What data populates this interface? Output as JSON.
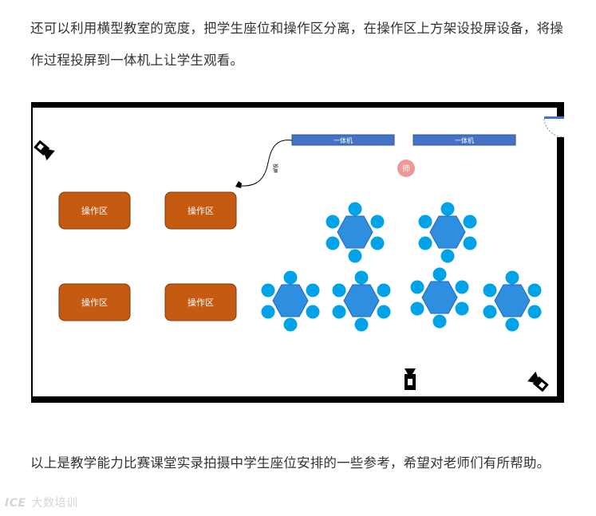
{
  "paragraph_1": "还可以利用横型教室的宽度，把学生座位和操作区分离，在操作区上方架设投屏设备，将操作过程投屏到一体机上让学生观看。",
  "paragraph_2": "以上是教学能力比赛课堂实录拍摄中学生座位安排的一些参考，希望对老师们有所帮助。",
  "diagram": {
    "screen_left_label": "一体机",
    "screen_right_label": "一体机",
    "teacher_label": "师",
    "work_area_labels": [
      "操作区",
      "操作区",
      "操作区",
      "操作区"
    ],
    "cable_label": "投屏",
    "colors": {
      "wall": "#000000",
      "screen": "#4472c4",
      "work_area_fill": "#c55a11",
      "work_area_border": "#7f3a0e",
      "table_fill": "#2e8fe0",
      "seat_fill": "#00a2e8",
      "teacher": "#ee9999"
    }
  },
  "watermark": {
    "logo": "ICE",
    "text": "大数培训"
  }
}
